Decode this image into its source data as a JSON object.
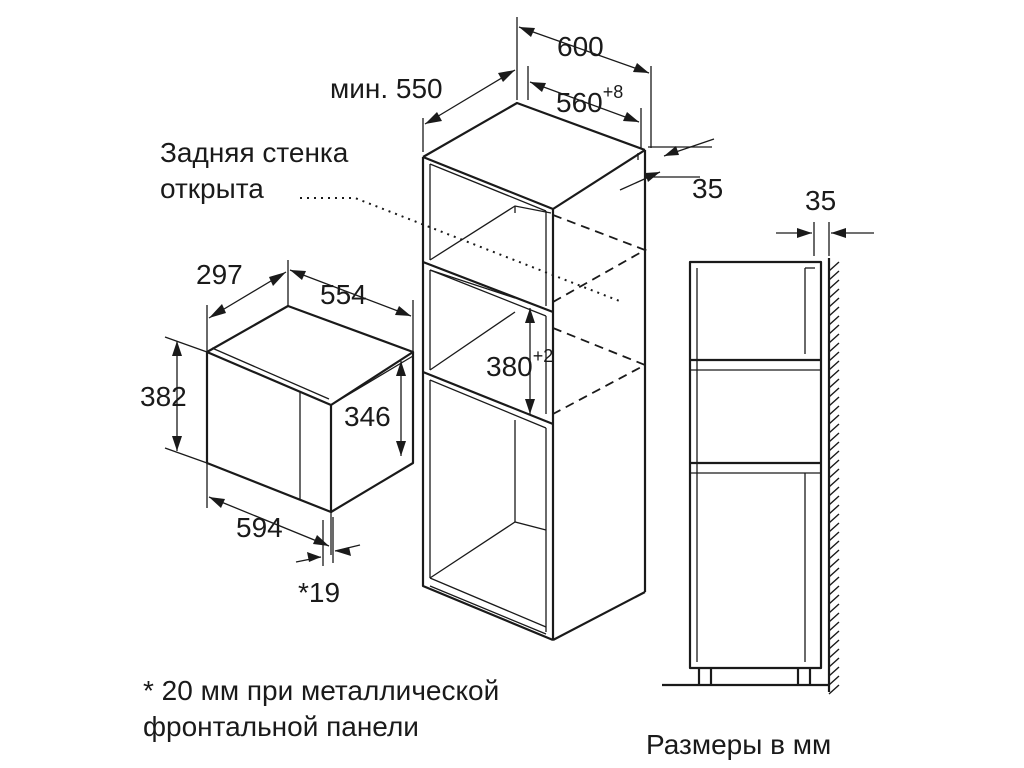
{
  "labels": {
    "cabinet_width": "600",
    "cabinet_depth_min": "мин. 550",
    "niche_width": "560",
    "niche_width_tol": "+8",
    "side_offset": "35",
    "rear_wall_line1": "Задняя стенка",
    "rear_wall_line2": "открыта",
    "oven_depth": "297",
    "oven_width": "554",
    "oven_total_height": "382",
    "oven_body_height": "346",
    "oven_front_width": "594",
    "front_panel_depth": "*19",
    "niche_height": "380",
    "niche_height_tol": "+2",
    "side_view_offset": "35",
    "footnote_line1": "* 20 мм при металлической",
    "footnote_line2": "фронтальной панели",
    "units_note": "Размеры в мм"
  }
}
